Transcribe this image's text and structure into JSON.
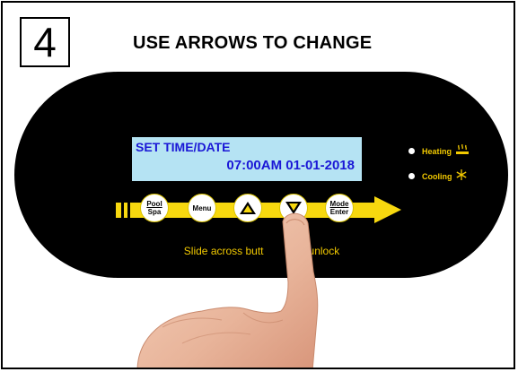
{
  "step": {
    "number": "4"
  },
  "title": "USE ARROWS TO CHANGE",
  "display": {
    "line1": "SET TIME/DATE",
    "line2": "07:00AM 01-01-2018"
  },
  "indicators": [
    {
      "label": "Heating",
      "icon": "heating-icon"
    },
    {
      "label": "Cooling",
      "icon": "snowflake-icon"
    }
  ],
  "buttons": {
    "pool_spa": {
      "top": "Pool",
      "bottom": "Spa"
    },
    "menu": "Menu",
    "up": "up-arrow-icon",
    "down": "down-arrow-icon",
    "mode_enter": {
      "top": "Mode",
      "bottom": "Enter"
    }
  },
  "hint": "Slide across butt",
  "hint_tail": "unlock",
  "colors": {
    "panel": "#000000",
    "lcd_bg": "#b5e3f3",
    "lcd_text": "#1a17d6",
    "accent_yellow": "#f7d80f"
  }
}
